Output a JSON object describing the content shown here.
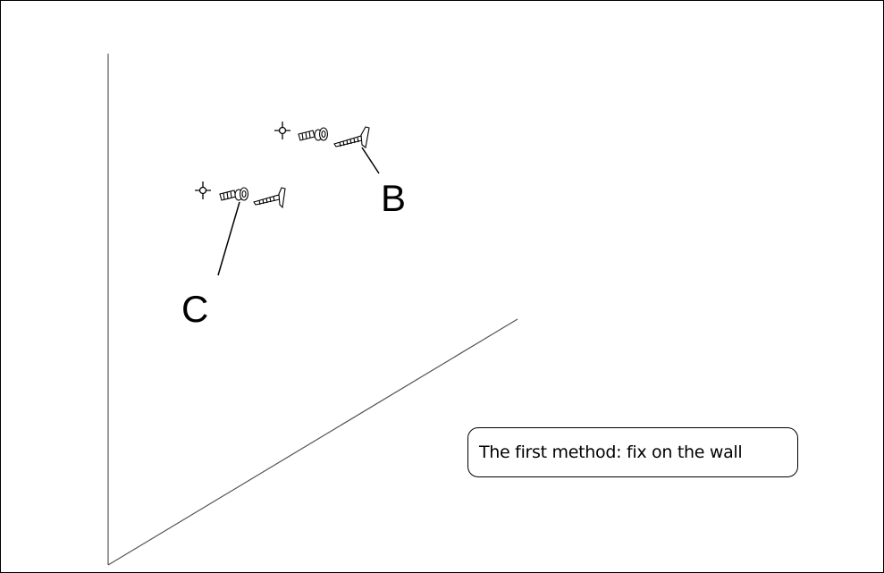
{
  "labels": {
    "part_b": "B",
    "part_c": "C"
  },
  "caption": "The first method: fix on the wall",
  "colors": {
    "line": "#000000",
    "wall_line": "#555555",
    "background": "#ffffff"
  }
}
